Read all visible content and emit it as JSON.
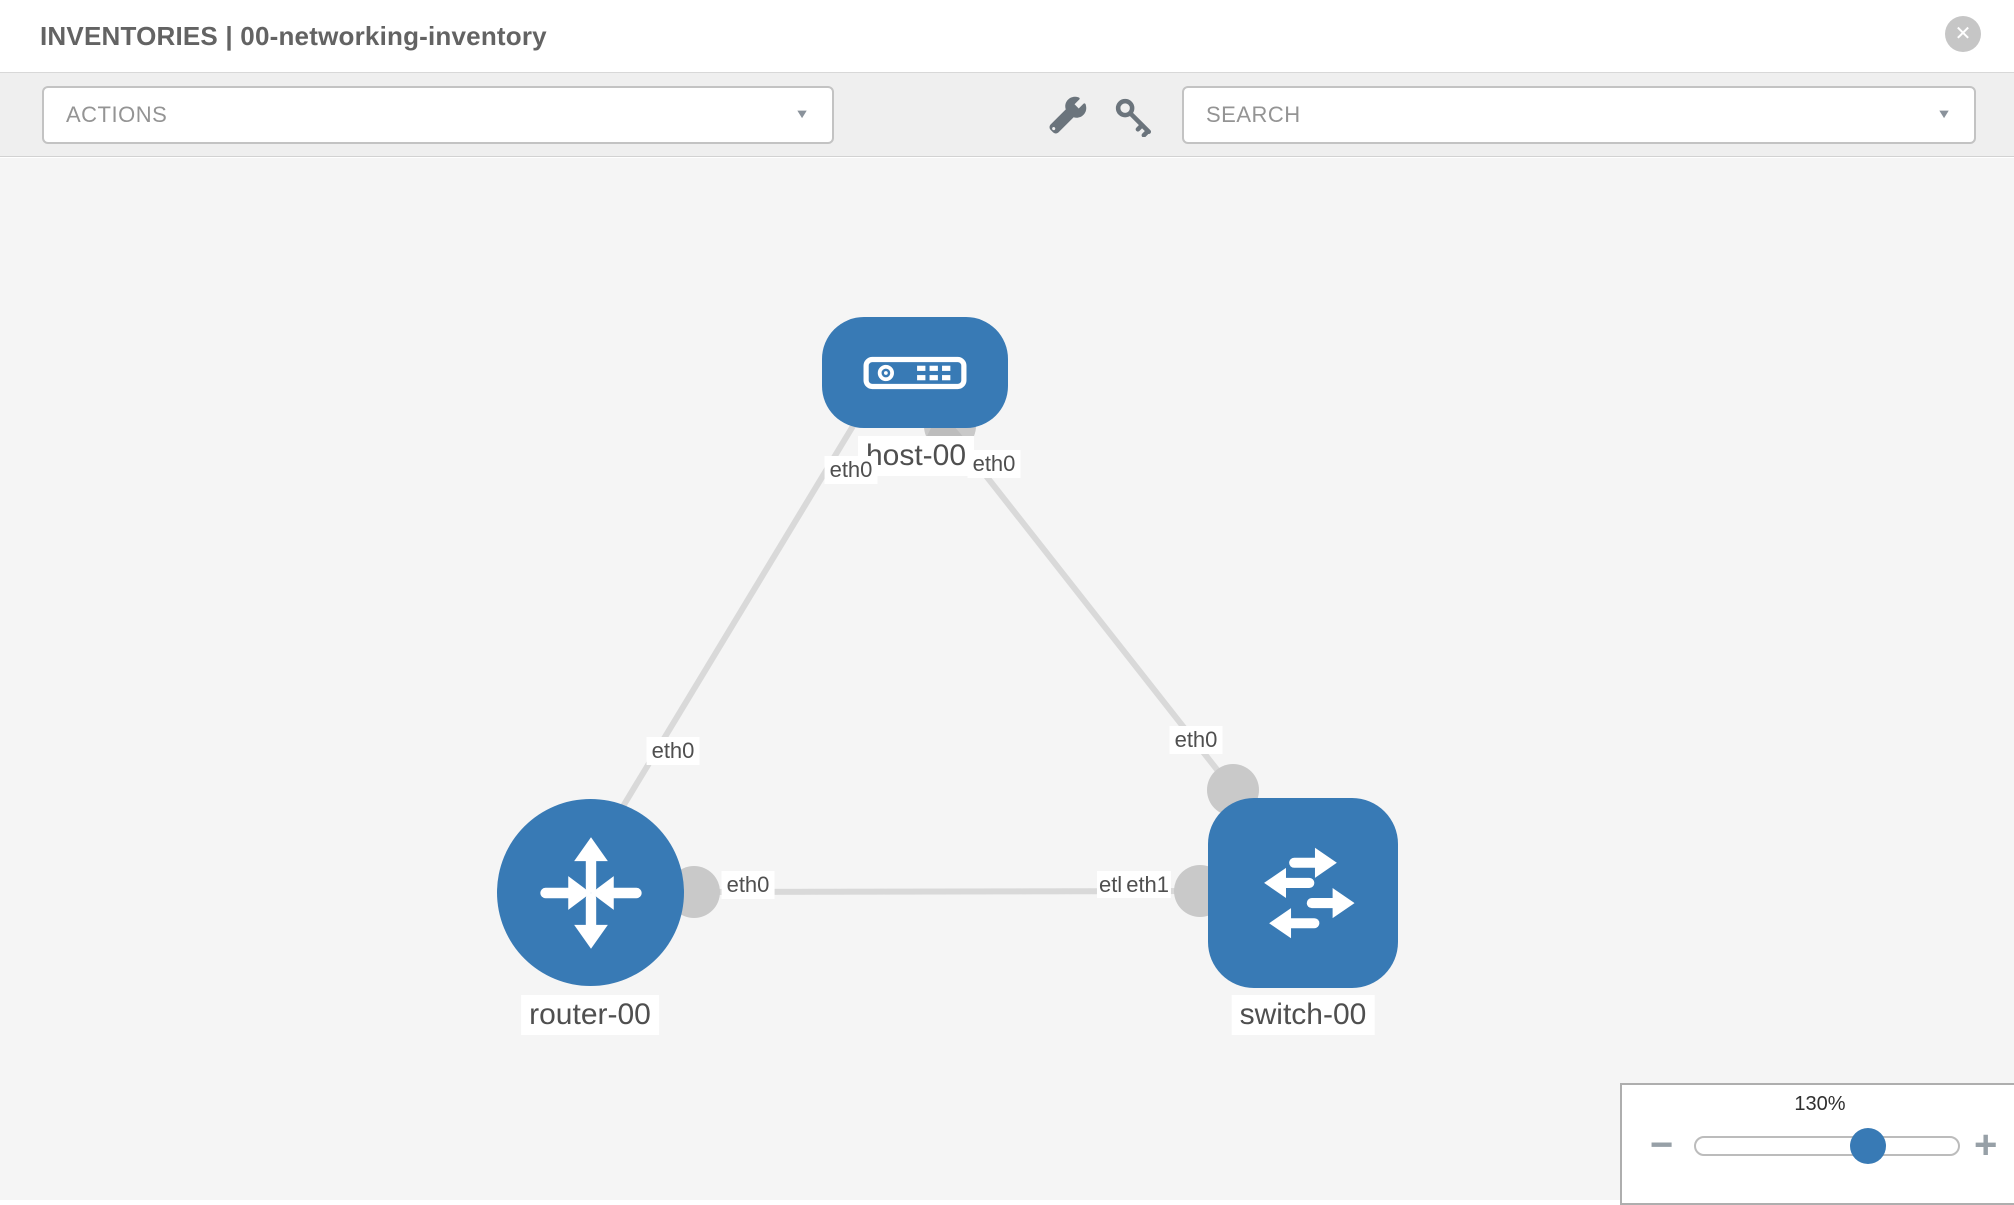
{
  "header": {
    "title": "INVENTORIES | 00-networking-inventory"
  },
  "toolbar": {
    "actions_label": "ACTIONS",
    "search_placeholder": "SEARCH"
  },
  "icons": {
    "close": "✕",
    "caret": "▼",
    "minus": "−",
    "plus": "+"
  },
  "topology": {
    "nodes": [
      {
        "id": "host-00",
        "type": "host",
        "label": "host-00"
      },
      {
        "id": "router-00",
        "type": "router",
        "label": "router-00"
      },
      {
        "id": "switch-00",
        "type": "switch",
        "label": "switch-00"
      }
    ],
    "links": [
      {
        "from": "host-00",
        "to": "router-00",
        "from_interface": "eth0",
        "to_interface": "eth0"
      },
      {
        "from": "host-00",
        "to": "switch-00",
        "from_interface": "eth0",
        "to_interface": "eth0"
      },
      {
        "from": "router-00",
        "to": "switch-00",
        "from_interface": "eth0",
        "to_interface": "eth1",
        "to_interface_overlap": "etl"
      }
    ]
  },
  "zoom_panel": {
    "level": "130%"
  },
  "colors": {
    "node_blue": "#387ab5",
    "link_gray": "#d9d9d9",
    "bubble_gray": "#c9c9c9",
    "canvas_bg": "#f5f5f5",
    "toolbar_bg": "#efefef"
  }
}
